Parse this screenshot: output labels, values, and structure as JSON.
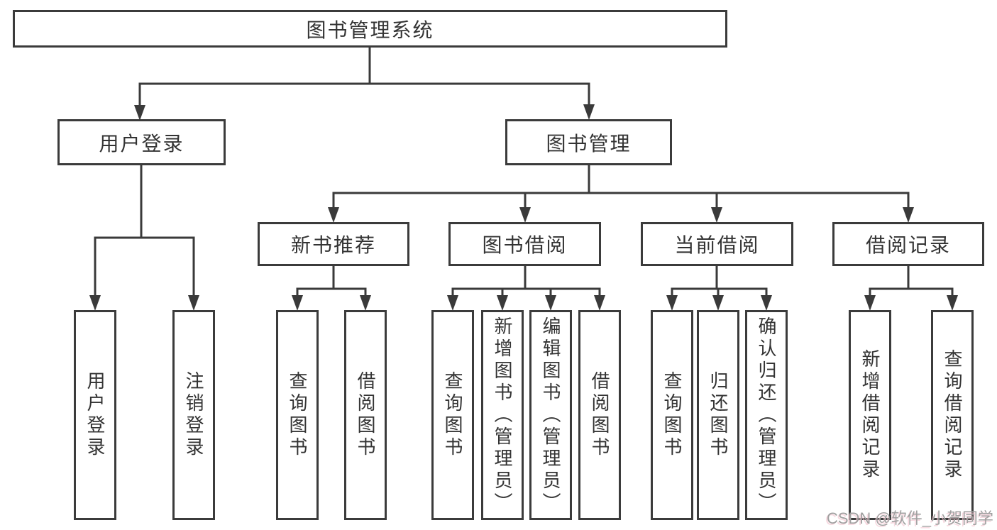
{
  "diagram": {
    "title": "图书管理系统",
    "root": "图书管理系统",
    "level2": [
      "用户登录",
      "图书管理"
    ],
    "level3": [
      "新书推荐",
      "图书借阅",
      "当前借阅",
      "借阅记录"
    ],
    "leaves": [
      "用户登录",
      "注销登录",
      "查询图书",
      "借阅图书",
      "查询图书",
      "新增图书（管理员）",
      "编辑图书（管理员）",
      "借阅图书",
      "查询图书",
      "归还图书",
      "确认归还（管理员）",
      "新增借阅记录",
      "查询借阅记录"
    ]
  },
  "watermark": "CSDN @软件_小贺同学",
  "colors": {
    "line": "#3a3a3a",
    "box_border": "#3b3b3b",
    "text": "#333333",
    "background": "#ffffff",
    "watermark_gray": "#a0a0a0",
    "watermark_pink": "#f2c4cf"
  }
}
